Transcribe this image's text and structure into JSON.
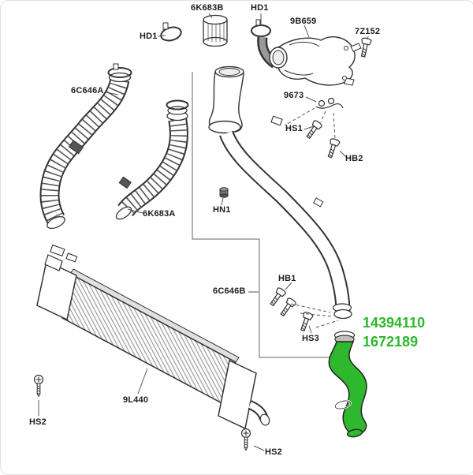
{
  "parts": {
    "hd1_left": "HD1",
    "k6683b": "6K683B",
    "hd1_right": "HD1",
    "b9659": "9B659",
    "z7152": "7Z152",
    "c6646a": "6C646A",
    "n9673": "9673",
    "hs1": "HS1",
    "hb2": "HB2",
    "k6683a": "6K683A",
    "hn1": "HN1",
    "c6646b": "6C646B",
    "hb1": "HB1",
    "hs3": "HS3",
    "l9440": "9L440",
    "hs2_left": "HS2",
    "hs2_bottom": "HS2"
  },
  "highlight": {
    "color": "#2eb82e",
    "numbers": [
      "14394110",
      "1672189"
    ]
  }
}
